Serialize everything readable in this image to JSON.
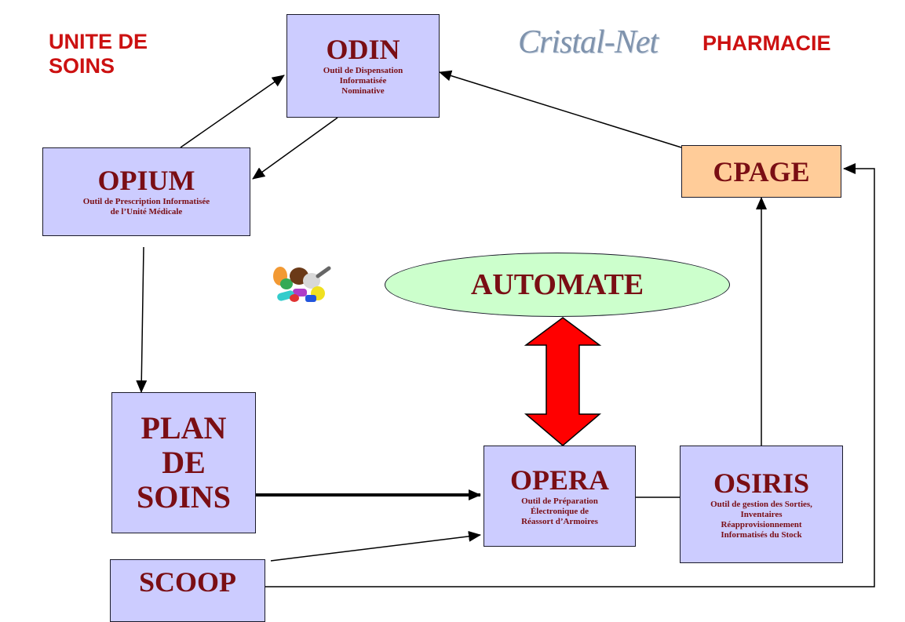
{
  "labels": {
    "care_unit": "UNITE DE\nSOINS",
    "pharmacy": "PHARMACIE",
    "logo": "Cristal-Net"
  },
  "boxes": {
    "odin": {
      "title": "ODIN",
      "desc": "Outil de Dispensation\nInformatisée\nNominative"
    },
    "opium": {
      "title": "OPIUM",
      "desc": "Outil de Prescription Informatisée\nde l’Unité Médicale"
    },
    "cpage": {
      "title": "CPAGE"
    },
    "automate": {
      "title": "AUTOMATE"
    },
    "plan_de_soins": {
      "title": "PLAN\nDE\nSOINS"
    },
    "opera": {
      "title": "OPERA",
      "desc": "Outil de Préparation\nÉlectronique de\nRéassort d’Armoires"
    },
    "osiris": {
      "title": "OSIRIS",
      "desc": "Outil de gestion des Sorties,\nInventaires\nRéapprovisionnement\nInformatisés du Stock"
    },
    "scoop": {
      "title": "SCOOP"
    }
  },
  "colors": {
    "box_fill": "#ccccff",
    "cpage_fill": "#ffcc99",
    "ellipse_fill": "#ccffcc",
    "title_text": "#7a0e14",
    "section_text": "#cc1111",
    "double_arrow": "#ff0000"
  },
  "icons": [
    "pills-icon"
  ]
}
